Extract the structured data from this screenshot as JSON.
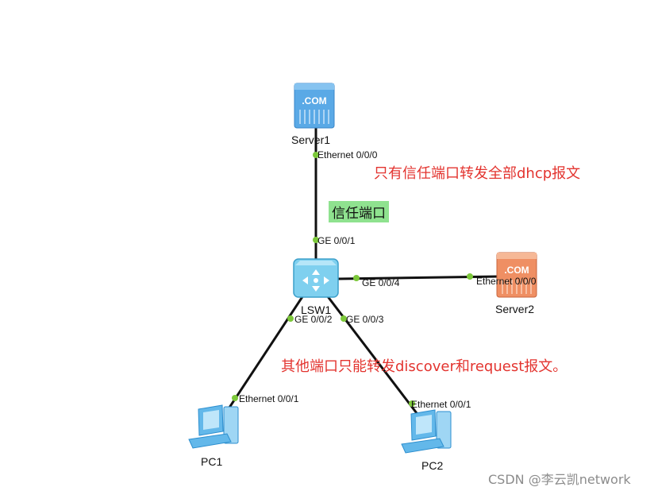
{
  "colors": {
    "link": "#111111",
    "port_dot": "#7cc83a",
    "note_text": "#e3342f",
    "trusted_tag_bg": "#8fe28f",
    "server1": "#5aa9e6",
    "server2": "#ef8f63",
    "switch": "#7fd0ef",
    "pc": "#63b8ea",
    "watermark": "#8c8c8c"
  },
  "devices": {
    "server1": {
      "name": "Server1",
      "icon": "server-com-icon",
      "badge": ".COM"
    },
    "server2": {
      "name": "Server2",
      "icon": "server-com-icon",
      "badge": ".COM"
    },
    "switch": {
      "name": "LSW1",
      "icon": "switch-icon"
    },
    "pc1": {
      "name": "PC1",
      "icon": "pc-icon"
    },
    "pc2": {
      "name": "PC2",
      "icon": "pc-icon"
    }
  },
  "links": [
    {
      "from": "Server1",
      "from_port": "Ethernet 0/0/0",
      "to": "LSW1",
      "to_port": "GE 0/0/1"
    },
    {
      "from": "LSW1",
      "from_port": "GE 0/0/4",
      "to": "Server2",
      "to_port": "Ethernet 0/0/0"
    },
    {
      "from": "LSW1",
      "from_port": "GE 0/0/2",
      "to": "PC1",
      "to_port": "Ethernet 0/0/1"
    },
    {
      "from": "LSW1",
      "from_port": "GE 0/0/3",
      "to": "PC2",
      "to_port": "Ethernet 0/0/1"
    }
  ],
  "annotations": {
    "trusted_note": "只有信任端口转发全部dhcp报文",
    "trusted_tag": "信任端口",
    "other_ports_note": "其他端口只能转发discover和request报文。"
  },
  "watermark": "CSDN @李云凯network"
}
